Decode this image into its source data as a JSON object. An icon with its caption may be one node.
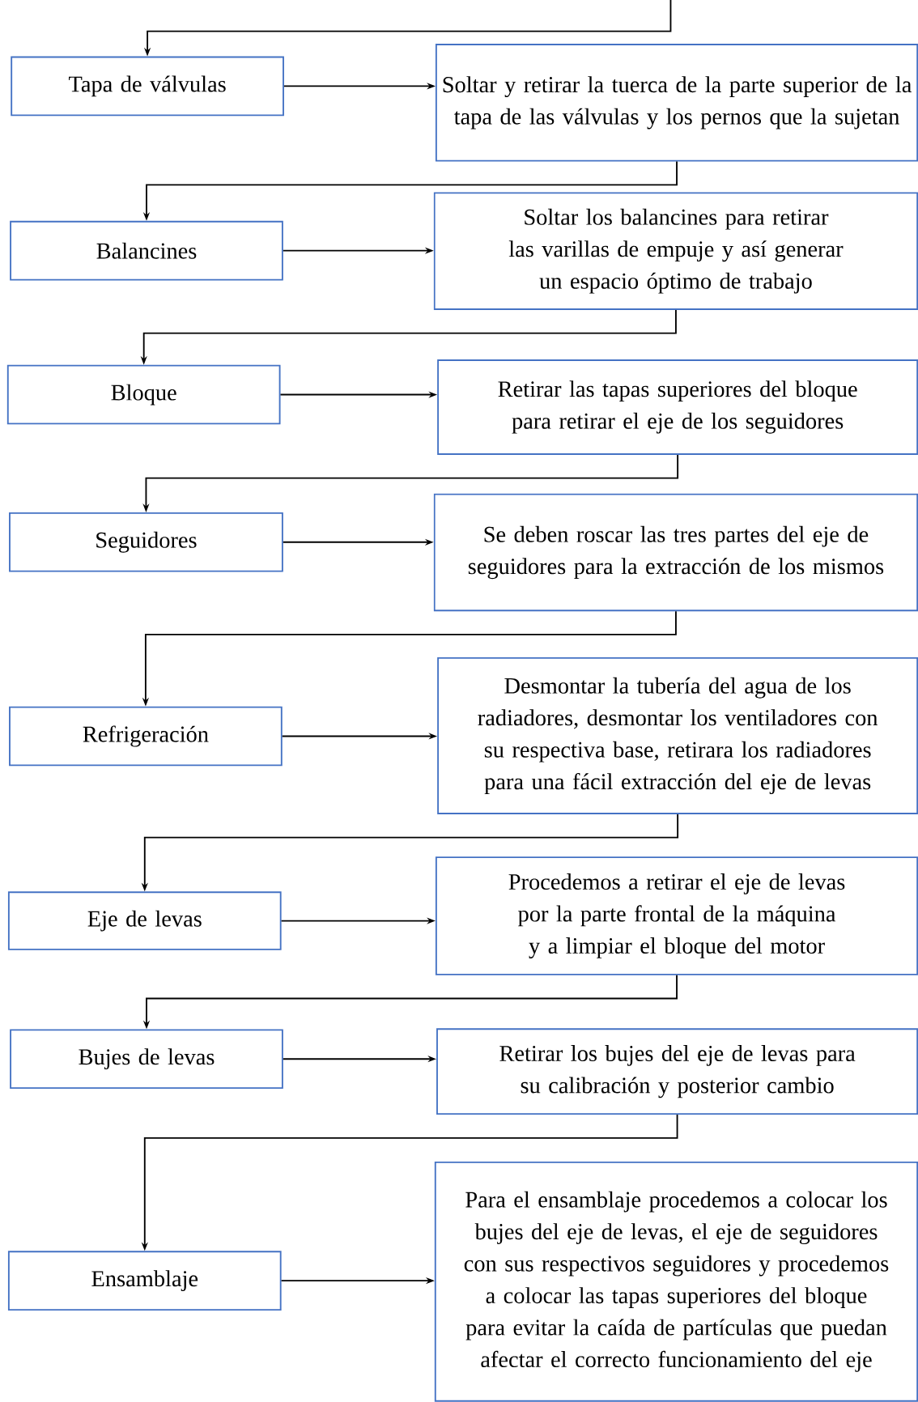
{
  "diagram": {
    "nodes": [
      {
        "text": [
          "Tapa de válvulas"
        ]
      },
      {
        "text": [
          "Soltar y retirar la tuerca de la parte superior de la tapa de las válvulas y los pernos que la sujetan"
        ]
      },
      {
        "text": [
          "Balancines"
        ]
      },
      {
        "text": [
          "Soltar los balancines para retirar las varillas de empuje y así generar un espacio óptimo de trabajo"
        ]
      },
      {
        "text": [
          "Bloque"
        ]
      },
      {
        "text": [
          "Retirar las tapas superiores del bloque para retirar el eje de los seguidores"
        ]
      },
      {
        "text": [
          "Seguidores"
        ]
      },
      {
        "text": [
          "Se deben roscar las tres partes del eje de seguidores para la extracción de los mismos"
        ]
      },
      {
        "text": [
          "Refrigeración"
        ]
      },
      {
        "text": [
          "Desmontar la tubería del agua de los radiadores, desmontar los ventiladores con su respectiva base, retirara los radiadores para una fácil extracción del eje de levas"
        ]
      },
      {
        "text": [
          "Eje de levas"
        ]
      },
      {
        "text": [
          "Procedemos a retirar el eje de levas por la parte frontal de la máquina y a limpiar el bloque del motor"
        ]
      },
      {
        "text": [
          "Bujes de levas"
        ]
      },
      {
        "text": [
          "Retirar los bujes del eje de levas para su calibración y posterior cambio"
        ]
      },
      {
        "text": [
          "Ensamblaje"
        ]
      },
      {
        "text": [
          "Para el ensamblaje procedemos a colocar los bujes del eje de levas, el eje de seguidores con sus respectivos seguidores y procedemos a colocar las tapas superiores del bloque para evitar la caída de partículas que puedan afectar el correcto funcionamiento del eje"
        ]
      }
    ],
    "edges": [
      {
        "from": null,
        "to": 0,
        "arrow": "to"
      },
      {
        "from": 0,
        "to": 1,
        "arrow": "to"
      },
      {
        "from": 1,
        "to": 2,
        "arrow": "to"
      },
      {
        "from": 2,
        "to": 3,
        "arrow": "to"
      },
      {
        "from": 3,
        "to": 4,
        "arrow": "to"
      },
      {
        "from": 4,
        "to": 5,
        "arrow": "to"
      },
      {
        "from": 5,
        "to": 6,
        "arrow": "to"
      },
      {
        "from": 6,
        "to": 7,
        "arrow": "to"
      },
      {
        "from": 7,
        "to": 8,
        "arrow": "to"
      },
      {
        "from": 8,
        "to": 9,
        "arrow": "to"
      },
      {
        "from": 9,
        "to": 10,
        "arrow": "to"
      },
      {
        "from": 10,
        "to": 11,
        "arrow": "to"
      },
      {
        "from": 11,
        "to": 12,
        "arrow": "to"
      },
      {
        "from": 12,
        "to": 13,
        "arrow": "to"
      },
      {
        "from": 13,
        "to": 14,
        "arrow": "to"
      },
      {
        "from": 14,
        "to": 15,
        "arrow": "to"
      }
    ]
  }
}
